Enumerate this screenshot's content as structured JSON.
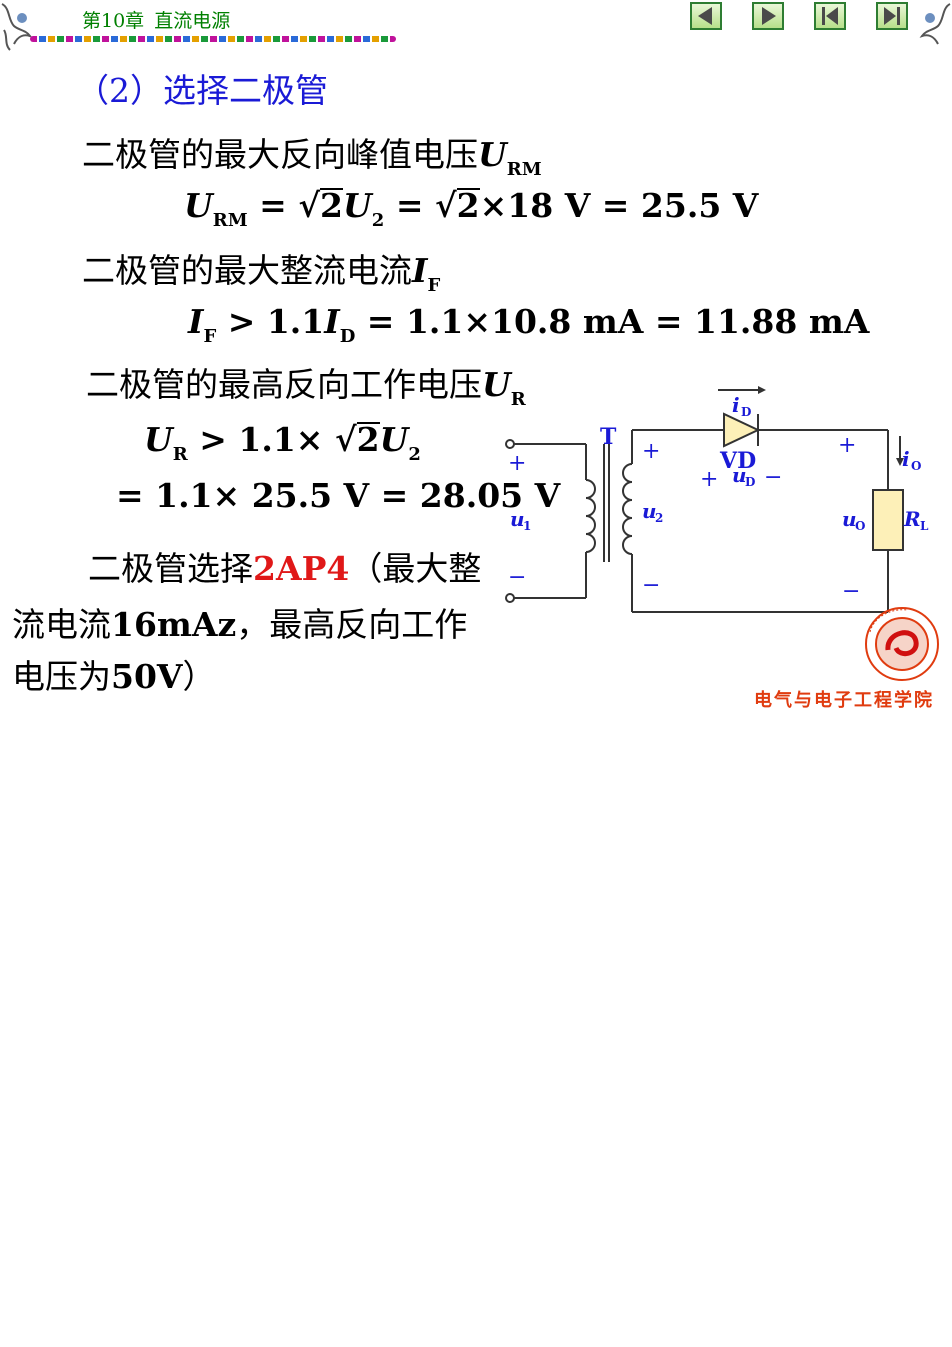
{
  "header": {
    "chapter": "第10章",
    "title": "直流电源",
    "nav": [
      "prev-icon",
      "next-icon",
      "first-icon",
      "last-icon"
    ]
  },
  "section_title": "（2）选择二极管",
  "p1": {
    "text": "二极管的最大反向峰值电压",
    "sym": "U",
    "sub": "RM"
  },
  "f1": {
    "lhs_sym": "U",
    "lhs_sub": "RM",
    "eq": "=",
    "rad1": "2",
    "u2_sym": "U",
    "u2_sub": "2",
    "eq2": "=",
    "rad2": "2",
    "rest": "×18  V = 25.5  V"
  },
  "p2": {
    "text": "二极管的最大整流电流",
    "sym": "I",
    "sub": "F"
  },
  "f2": {
    "sym": "I",
    "sub": "F",
    "gt": " > 1.1",
    "sym2": "I",
    "sub2": "D",
    "rest": " = 1.1×10.8  mA = 11.88   mA"
  },
  "p3": {
    "text": "二极管的最高反向工作电压",
    "sym": "U",
    "sub": "R"
  },
  "f3": {
    "sym": "U",
    "sub": "R",
    "gt": " > 1.1× ",
    "rad": "2",
    "u2_sym": "U",
    "u2_sub": "2"
  },
  "f4": {
    "text": "= 1.1× 25.5  V = 28.05  V"
  },
  "conclusion": {
    "pre": "二极管选择",
    "model": "2AP4",
    "post": "（最大整",
    "line2_a": "流电流",
    "line2_b": "16mAz",
    "line2_c": "，最高反向工作",
    "line3_a": "电压为",
    "line3_b": "50V",
    "line3_c": "）"
  },
  "circuit": {
    "T": "T",
    "i_D": "i",
    "i_D_sub": "D",
    "VD": "VD",
    "u_D": "u",
    "u_D_sub": "D",
    "i_O": "i",
    "i_O_sub": "O",
    "u1": "u",
    "u1_sub": "1",
    "u2": "u",
    "u2_sub": "2",
    "uO": "u",
    "uO_sub": "O",
    "RL": "R",
    "RL_sub": "L",
    "plus": "+",
    "minus": "−",
    "colors": {
      "wire": "#333333",
      "label": "#1a1ad6",
      "resistor": "#fdf0b8"
    }
  },
  "logo": {
    "text": "电气与电子工程学院",
    "color": "#e03c10"
  }
}
